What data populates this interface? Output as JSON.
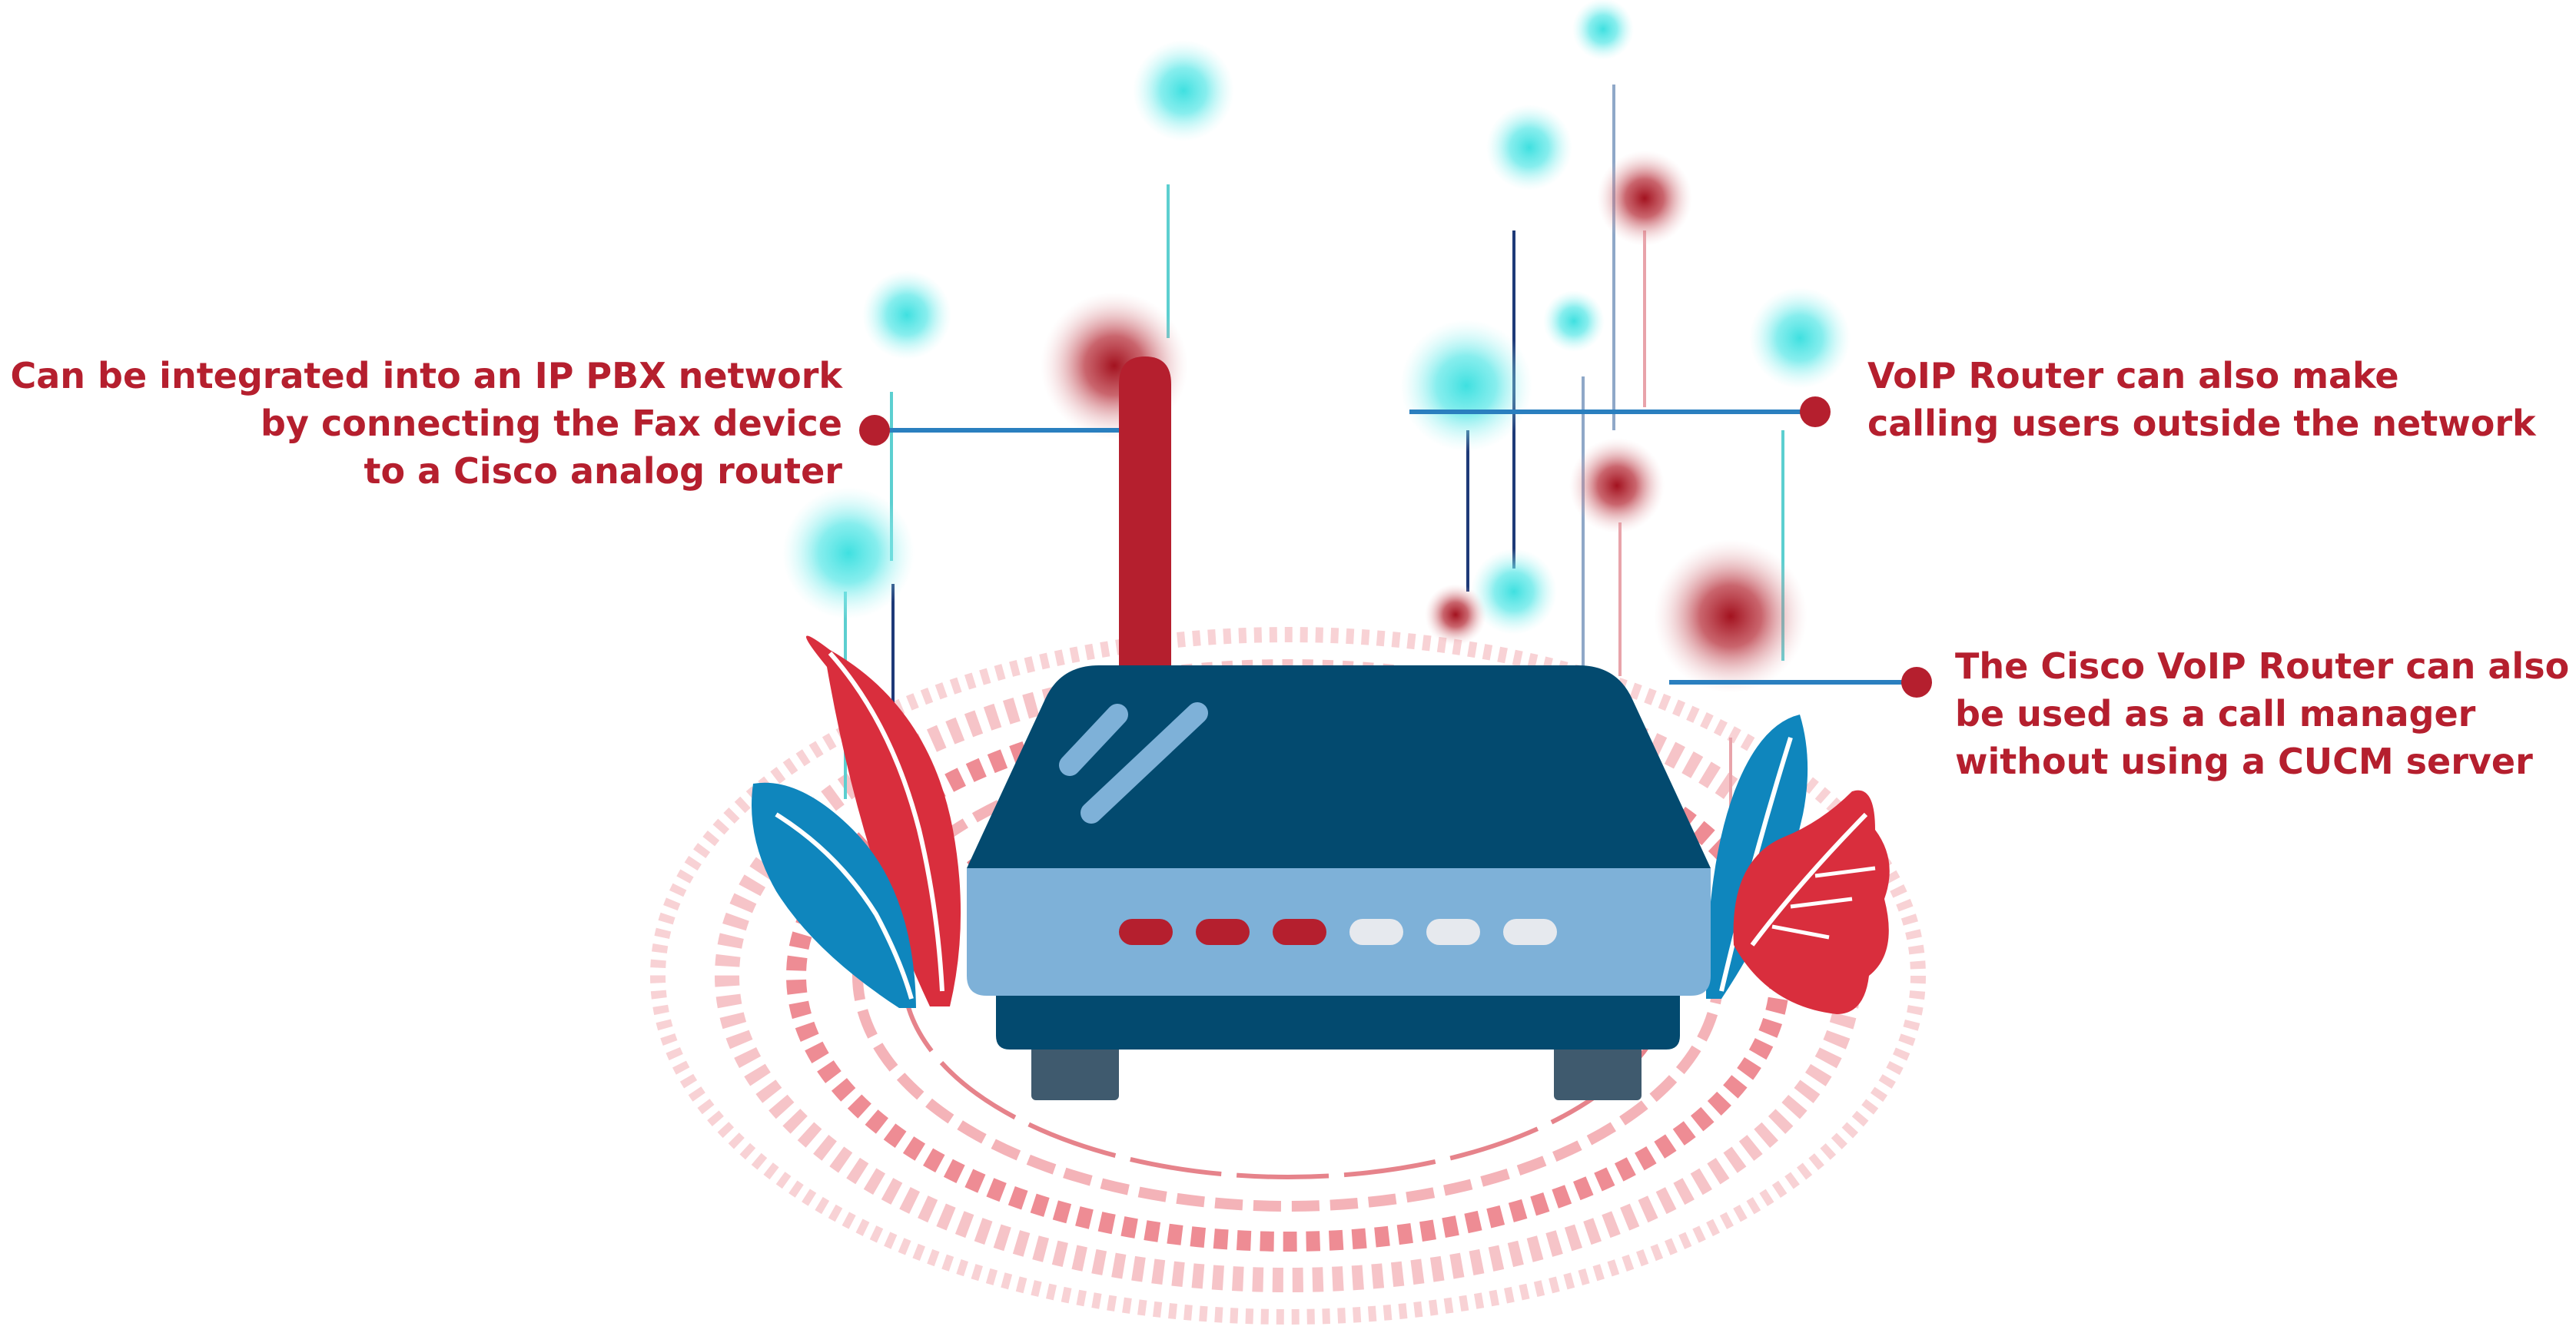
{
  "callouts": {
    "left": {
      "lines": [
        "Can be integrated into an IP PBX network",
        "by connecting the Fax device",
        "to a Cisco analog router"
      ]
    },
    "right_top": {
      "lines": [
        "VoIP Router can also make",
        "calling users outside the network"
      ]
    },
    "right_bottom": {
      "lines": [
        "The Cisco VoIP Router can also",
        "be used as a call manager",
        "without using a CUCM server"
      ]
    }
  },
  "colors": {
    "accent_red": "#b51f2e",
    "router_dark": "#034a6f",
    "router_light": "#7eb1d8",
    "leaf_blue": "#0f86bd",
    "leaf_red": "#d92e3d",
    "glow_cyan": "#3fe0e0",
    "connector_blue": "#2a7fbf"
  }
}
